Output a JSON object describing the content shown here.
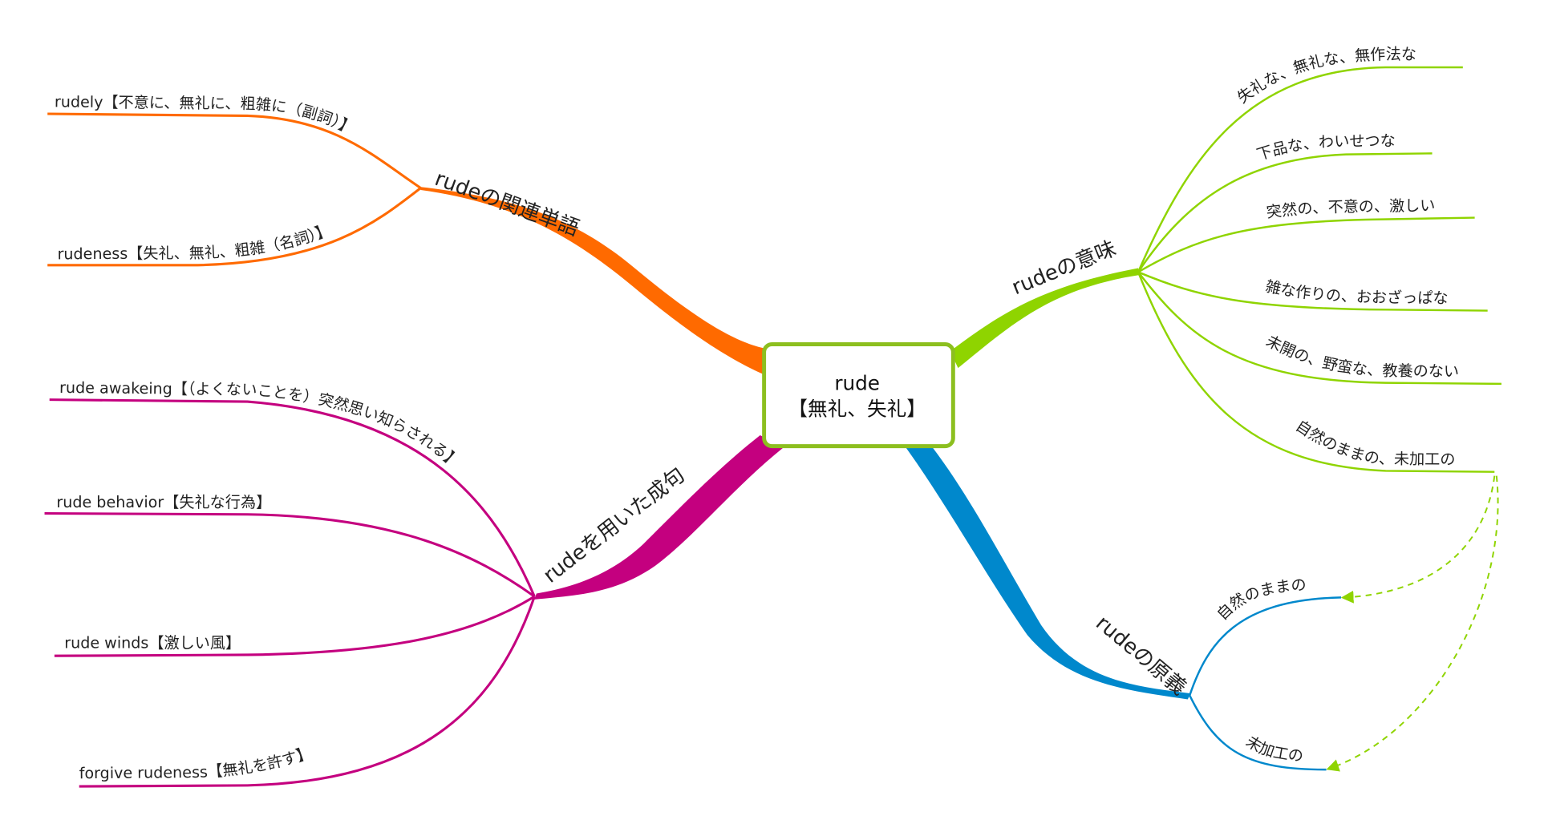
{
  "central_topic": {
    "line1": "rude",
    "line2": "【無礼、失礼】"
  },
  "colors": {
    "orange": "#ff6a00",
    "green": "#8fd400",
    "blue": "#0088cc",
    "magenta": "#c4007f",
    "center_border": "#8cbf1f"
  },
  "branches": {
    "related": {
      "label": "rudeの関連単語",
      "children": [
        "rudely【不意に、無礼に、粗雑に（副詞）】",
        "rudeness【失礼、無礼、粗雑（名詞）】"
      ]
    },
    "meaning": {
      "label": "rudeの意味",
      "children": [
        "失礼な、無礼な、無作法な",
        "下品な、わいせつな",
        "突然の、不意の、激しい",
        "雑な作りの、おおざっぱな",
        "未開の、野蛮な、教養のない",
        "自然のままの、未加工の"
      ]
    },
    "phrases": {
      "label": "rudeを用いた成句",
      "children": [
        "rude awakeing【（よくないことを）突然思い知らされる】",
        "rude behavior【失礼な行為】",
        "rude winds【激しい風】",
        "forgive rudeness【無礼を許す】"
      ]
    },
    "origin": {
      "label": "rudeの原義",
      "children": [
        "自然のままの",
        "未加工の"
      ]
    }
  }
}
